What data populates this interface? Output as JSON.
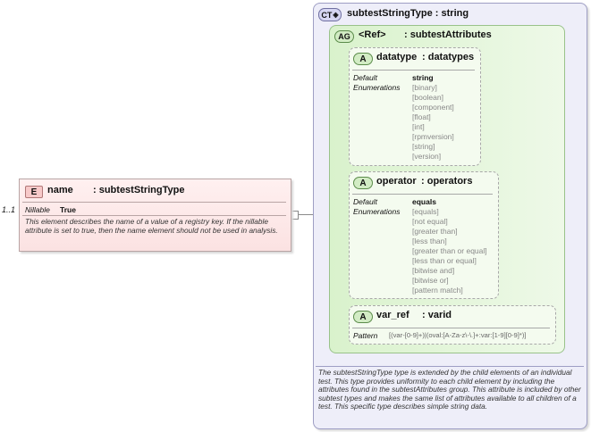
{
  "element": {
    "cardinality": "1..1",
    "badge": "E",
    "name": "name",
    "type_sep": ": subtestStringType",
    "nillable_label": "Nillable",
    "nillable_value": "True",
    "description": "This element describes the name of a value of a registry key.  If the nillable attribute is set to true, then the name element should not be used in analysis."
  },
  "complex_type": {
    "badge": "CT",
    "title": "subtestStringType : string",
    "description": "The subtestStringType type is extended by the child elements of an individual test.  This type provides uniformity to each child element by including the attributes found in the subtestAttributes group.  This attribute is included by other subtest types and makes the same list of attributes available to all children of a test.  This specific type describes simple string data."
  },
  "attribute_group": {
    "badge": "AG",
    "ref": "<Ref>",
    "name": ": subtestAttributes"
  },
  "attributes": [
    {
      "badge": "A",
      "name": "datatype",
      "type": ": datatypes",
      "default_label": "Default",
      "enumerations_label": "Enumerations",
      "default_value": "string",
      "enumerations": [
        "[binary]",
        "[boolean]",
        "[component]",
        "[float]",
        "[int]",
        "[rpmversion]",
        "[string]",
        "[version]"
      ]
    },
    {
      "badge": "A",
      "name": "operator",
      "type": ": operators",
      "default_label": "Default",
      "enumerations_label": "Enumerations",
      "default_value": "equals",
      "enumerations": [
        "[equals]",
        "[not equal]",
        "[greater than]",
        "[less than]",
        "[greater than or equal]",
        "[less than or equal]",
        "[bitwise and]",
        "[bitwise or]",
        "[pattern match]"
      ]
    },
    {
      "badge": "A",
      "name": "var_ref",
      "type": ": varid",
      "pattern_label": "Pattern",
      "pattern_value": "[(var-[0-9]+)|(oval:[A-Za-z\\-\\.]+:var:[1-9][0-9]*)]"
    }
  ],
  "colors": {
    "element_fill": "#fde8e8",
    "element_badge": "#f7c9c9",
    "ct_fill": "#e4e4f8",
    "ct_badge": "#d6d6f2",
    "ag_fill": "#e6f6dc",
    "attr_badge": "#d2ecc4"
  }
}
